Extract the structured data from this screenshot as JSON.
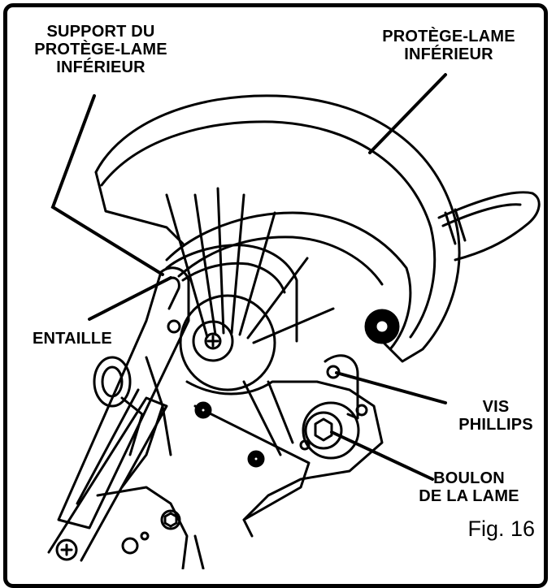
{
  "labels": {
    "support": [
      "SUPPORT DU",
      "PROTÈGE-LAME",
      "INFÉRIEUR"
    ],
    "guard": [
      "PROTÈGE-LAME",
      "INFÉRIEUR"
    ],
    "notch": [
      "ENTAILLE"
    ],
    "screw": [
      "VIS",
      "PHILLIPS"
    ],
    "bolt": [
      "BOULON",
      "DE LA LAME"
    ]
  },
  "figure_caption": "Fig. 16"
}
